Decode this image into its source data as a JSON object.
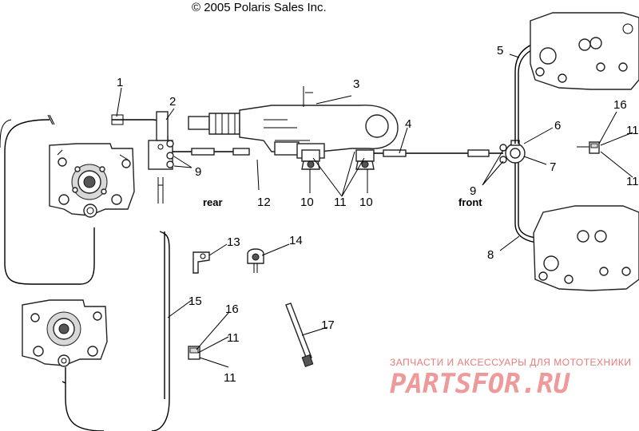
{
  "copyright": "© 2005 Polaris Sales Inc.",
  "labels": {
    "l1": "1",
    "l2": "2",
    "l3": "3",
    "l4": "4",
    "l5": "5",
    "l6": "6",
    "l7": "7",
    "l8": "8",
    "l9a": "9",
    "l9b": "9",
    "l10a": "10",
    "l10b": "10",
    "l11a": "11",
    "l11b": "11",
    "l11c": "11",
    "l11d": "11",
    "l11e": "11",
    "l12": "12",
    "l13": "13",
    "l14": "14",
    "l15": "15",
    "l16a": "16",
    "l16b": "16",
    "l17": "17"
  },
  "callouts": {
    "rear": "rear",
    "front": "front"
  },
  "watermark": {
    "line1": "ЗАПЧАСТИ И АКСЕССУАРЫ ДЛЯ МОТОТЕХНИКИ",
    "line2": "PARTSFOR.RU"
  },
  "colors": {
    "line": "#000000",
    "watermark": "#e57a7a"
  }
}
